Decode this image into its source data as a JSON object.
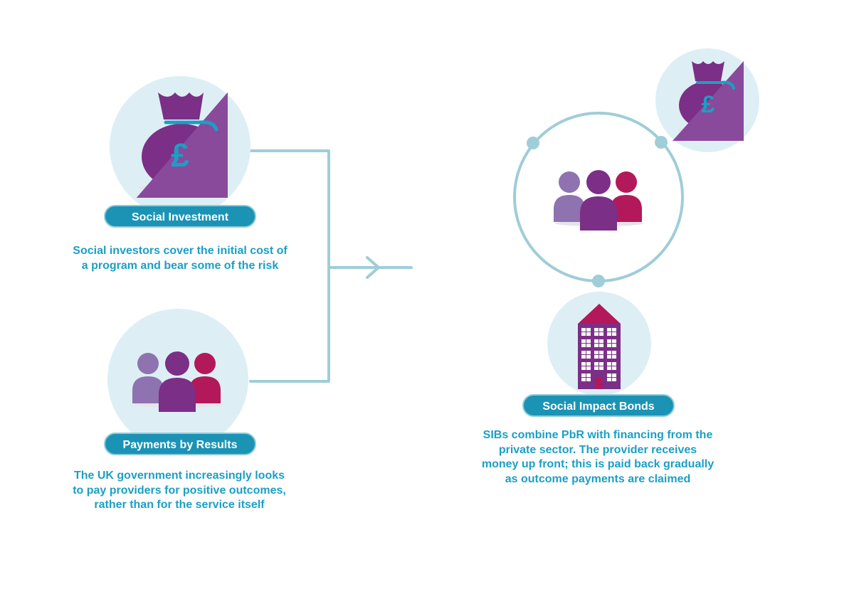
{
  "colors": {
    "circle_bg": "#ddeff5",
    "connector": "#9fcdd8",
    "pill_bg": "#1b93b5",
    "desc_text": "#1b9fc4",
    "purple_dark": "#7b2f86",
    "purple_mid": "#8a4a9c",
    "purple_light": "#8e73b0",
    "magenta": "#b3195a",
    "shadow": "#e7e3ea"
  },
  "nodes": {
    "social_investment": {
      "label": "Social Investment",
      "icon": "money-bag-pound-icon",
      "currency_symbol": "£",
      "description": [
        "Social investors cover the initial cost of",
        "a program and bear some of the risk"
      ]
    },
    "payments_by_results": {
      "label": "Payments by Results",
      "icon": "people-group-icon",
      "description": [
        "The UK government increasingly looks",
        "to pay providers for positive outcomes,",
        "rather than for the service itself"
      ]
    },
    "social_impact_bonds": {
      "label": "Social Impact Bonds",
      "icons": [
        "people-group-icon",
        "money-bag-pound-icon",
        "building-icon"
      ],
      "currency_symbol": "£",
      "description": [
        "SIBs combine PbR with financing from the",
        "private sector. The provider receives",
        "money up front; this is paid back gradually",
        "as outcome payments are claimed"
      ]
    }
  }
}
